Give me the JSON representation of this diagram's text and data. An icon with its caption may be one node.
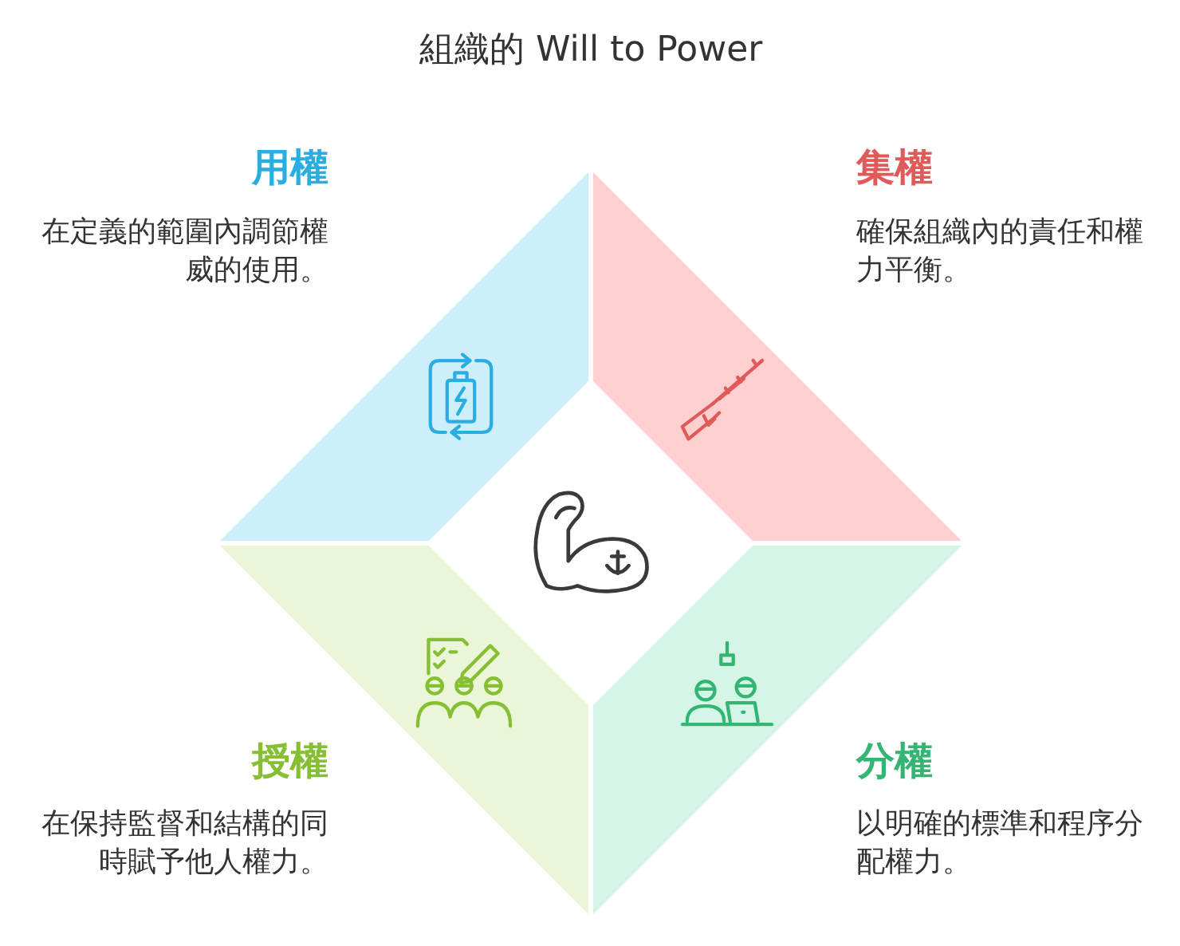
{
  "diagram": {
    "title": "組織的 Will to Power",
    "nodes": [
      {
        "text": [],
        "shape": "trapezoid",
        "beside": [
          "用權",
          "在定義的範圍內調節權威的使用。"
        ]
      },
      {
        "text": [],
        "shape": "trapezoid",
        "beside": [
          "集權",
          "確保組織內的責任和權力平衡。"
        ]
      },
      {
        "text": [],
        "shape": "trapezoid",
        "beside": [
          "授權",
          "在保持監督和結構的同時賦予他人權力。"
        ]
      },
      {
        "text": [],
        "shape": "trapezoid",
        "beside": [
          "分權",
          "以明確的標準和程序分配權力。"
        ]
      }
    ]
  }
}
